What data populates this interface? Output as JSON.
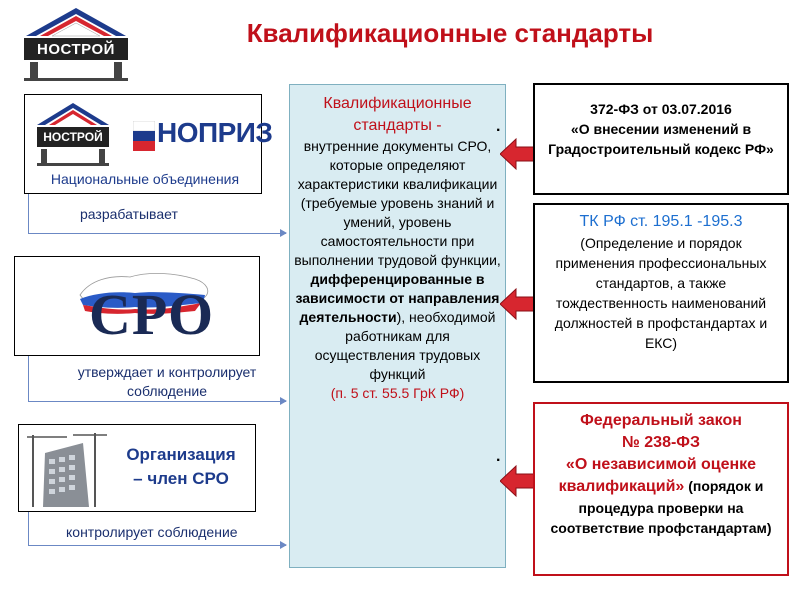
{
  "slide": {
    "title": "Квалификационные стандарты"
  },
  "logos": {
    "nostroy_top": "НОСТРОЙ",
    "nostroy_small": "НОСТРОЙ",
    "nopriz": "НОПРИЗ",
    "sro": "СРО"
  },
  "left": {
    "national_caption": "Национальные объединения",
    "national_action": "разрабатывает",
    "sro_action_line1": "утверждает и контролирует",
    "sro_action_line2": "соблюдение",
    "org_title_line1": "Организация",
    "org_title_line2": "– член СРО",
    "org_action": "контролирует соблюдение"
  },
  "center": {
    "title_line1": "Квалификационные",
    "title_line2": "стандарты -",
    "body_1": "внутренние документы СРО, которые определяют характеристики квалификации (требуемые уровень знаний и умений, уровень самостоятельности при выполнении трудовой функции,",
    "body_bold": "дифференцированные в зависимости от направления деятельности",
    "body_2": "), необходимой работникам для осуществления трудовых функций",
    "ref": "(п. 5 ст. 55.5  ГрК РФ)"
  },
  "right": {
    "box1_line1": "372-ФЗ от 03.07.2016",
    "box1_line2": "«О внесении изменений в Градостроительный кодекс РФ»",
    "box2_title": "ТК РФ ст. 195.1 -195.3",
    "box2_body": "(Определение и порядок применения профессиональных стандартов, а также тождественность наименований должностей в профстандартах и ЕКС)",
    "box3_title1": "Федеральный закон",
    "box3_title2": "№ 238-ФЗ",
    "box3_title3": "«О независимой оценке квалификаций»",
    "box3_body": "(порядок и процедура проверки на соответствие профстандартам)"
  },
  "colors": {
    "accent_red": "#c0101a",
    "center_bg": "#d9ecf2",
    "label_blue": "#1a2f6e"
  }
}
